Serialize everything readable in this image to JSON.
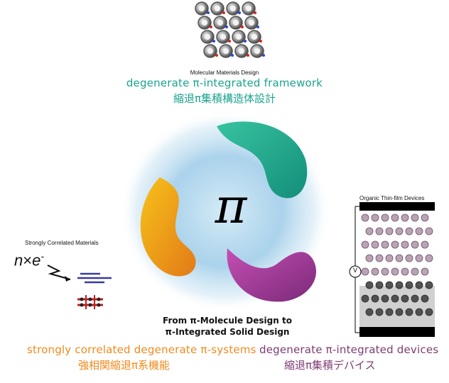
{
  "top": {
    "caption": "Molecular Materials Design",
    "title_en": "degenerate π-integrated framework",
    "title_jp": "縮退π集積構造体設計"
  },
  "center": {
    "symbol": "π",
    "line1": "From π-Molecule Design to",
    "line2": "π-Integrated Solid Design"
  },
  "left": {
    "caption": "Strongly Correlated Materials",
    "formula_n": "n",
    "formula_times": "×",
    "formula_e": "e",
    "formula_sup": "-",
    "title_en": "strongly correlated degenerate π-systems",
    "title_jp": "強相関縮退π系機能"
  },
  "right": {
    "caption": "Organic Thin-film Devices",
    "voltage_label": "V",
    "title_en": "degenerate π-integrated devices",
    "title_jp": "縮退π集積デバイス"
  },
  "colors": {
    "teal": "#1aa38f",
    "orange": "#f08a1c",
    "purple": "#7e3b73",
    "blue_glow": "#9ccbe8"
  }
}
